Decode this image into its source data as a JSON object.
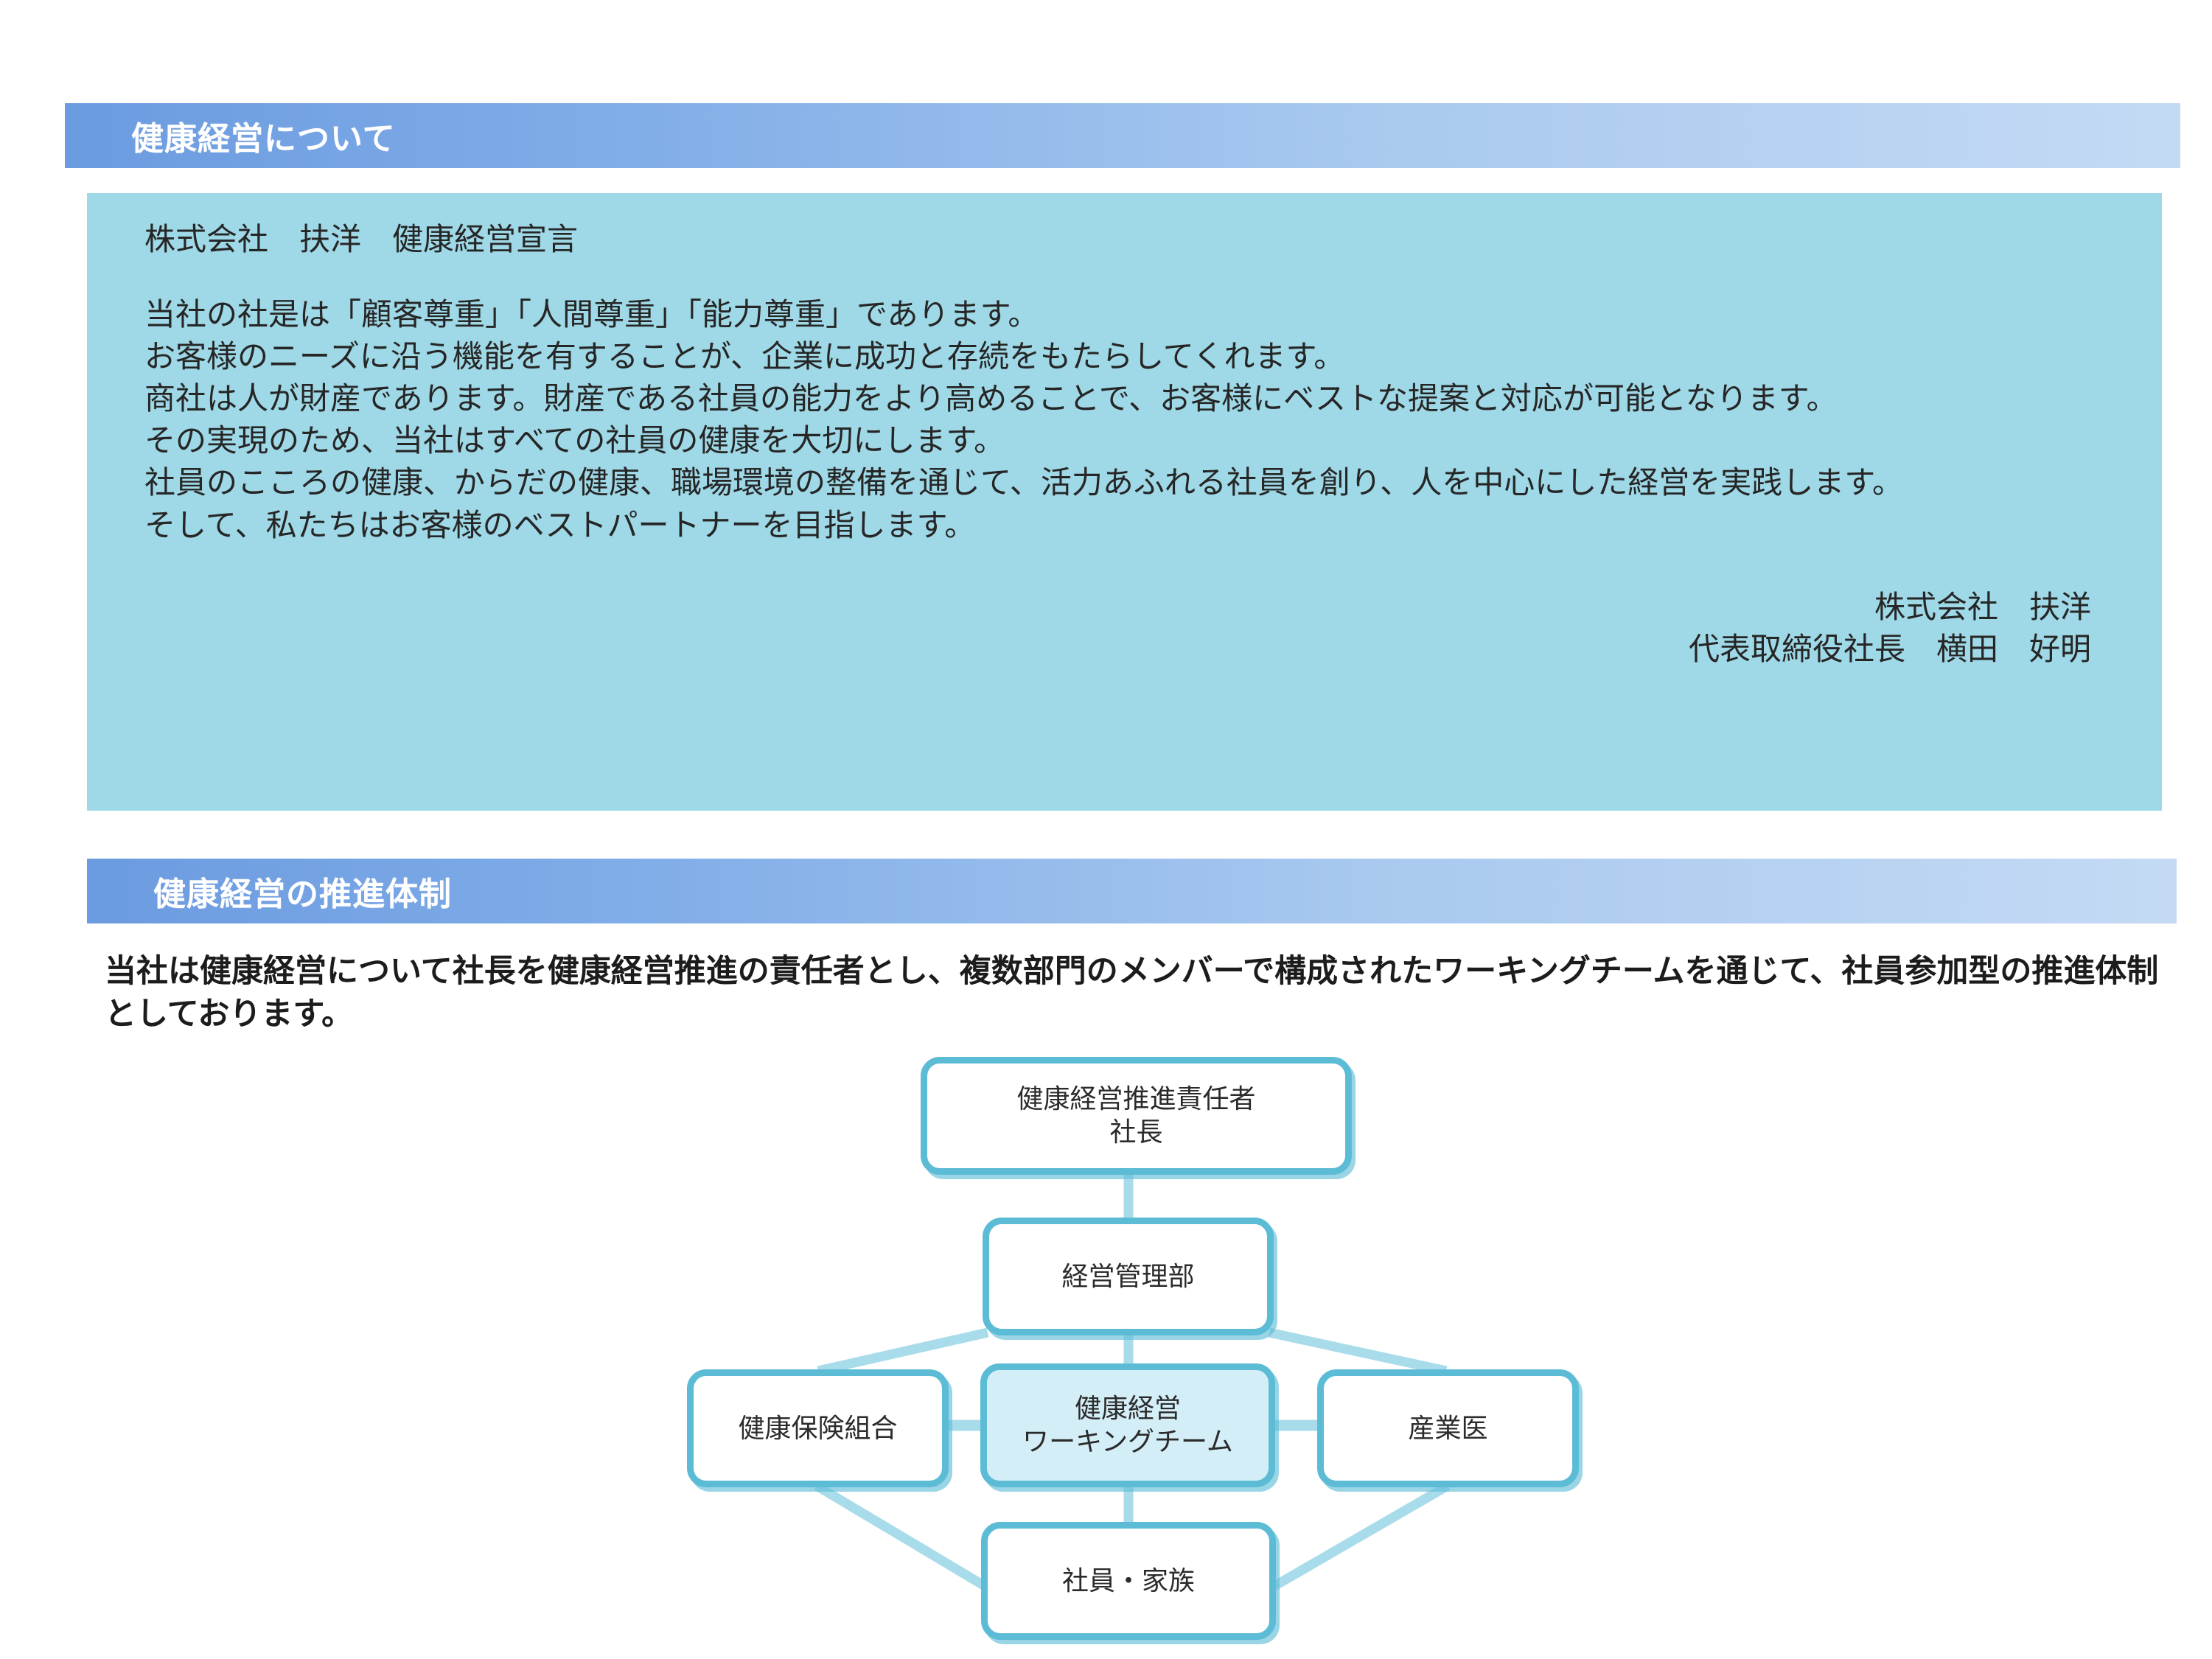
{
  "colors": {
    "banner_start": "#6b9be0",
    "banner_end": "#c4daf4",
    "declaration_bg": "#9fd8e6",
    "box_border": "#5cbcd6",
    "box_accent_fill": "#d4eef7",
    "connector": "#a9dcea"
  },
  "sections": [
    {
      "title": "健康経営について"
    },
    {
      "title": "健康経営の推進体制"
    }
  ],
  "declaration": {
    "heading": "株式会社　扶洋　健康経営宣言",
    "body": [
      "当社の社是は「顧客尊重」「人間尊重」「能力尊重」であります。",
      "お客様のニーズに沿う機能を有することが、企業に成功と存続をもたらしてくれます。",
      "商社は人が財産であります。財産である社員の能力をより高めることで、お客様にベストな提案と対応が可能となります。",
      "その実現のため、当社はすべての社員の健康を大切にします。",
      "社員のこころの健康、からだの健康、職場環境の整備を通じて、活力あふれる社員を創り、人を中心にした経営を実践します。",
      "そして、私たちはお客様のベストパートナーを目指します。"
    ],
    "signature": [
      "株式会社　扶洋",
      "代表取締役社長　横田　好明"
    ]
  },
  "promotion": {
    "intro": "当社は健康経営について社長を健康経営推進の責任者とし、複数部門のメンバーで構成されたワーキングチームを通じて、社員参加型の推進体制としております。",
    "chart": {
      "type": "diagram",
      "nodes": [
        {
          "id": "leader",
          "label_lines": [
            "健康経営推進責任者",
            "社長"
          ],
          "accent": false
        },
        {
          "id": "mgmt",
          "label_lines": [
            "経営管理部"
          ],
          "accent": false
        },
        {
          "id": "kenpo",
          "label_lines": [
            "健康保険組合"
          ],
          "accent": false
        },
        {
          "id": "wt",
          "label_lines": [
            "健康経営",
            "ワーキングチーム"
          ],
          "accent": true
        },
        {
          "id": "doctor",
          "label_lines": [
            "産業医"
          ],
          "accent": false
        },
        {
          "id": "family",
          "label_lines": [
            "社員・家族"
          ],
          "accent": false
        }
      ],
      "edges": [
        {
          "from": "leader",
          "to": "mgmt"
        },
        {
          "from": "mgmt",
          "to": "wt"
        },
        {
          "from": "mgmt",
          "to": "kenpo"
        },
        {
          "from": "mgmt",
          "to": "doctor"
        },
        {
          "from": "wt",
          "to": "kenpo"
        },
        {
          "from": "wt",
          "to": "doctor"
        },
        {
          "from": "wt",
          "to": "family"
        },
        {
          "from": "kenpo",
          "to": "family"
        },
        {
          "from": "doctor",
          "to": "family"
        }
      ]
    }
  }
}
